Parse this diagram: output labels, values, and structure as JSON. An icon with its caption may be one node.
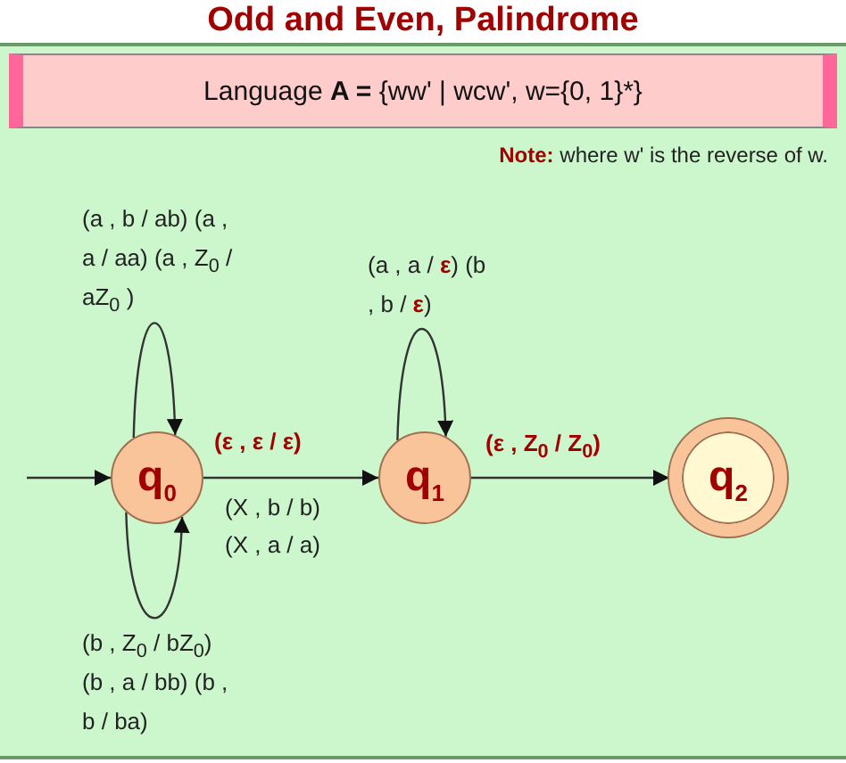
{
  "diagram": {
    "title": "Odd and Even, Palindrome",
    "nodes": [
      {
        "text": [
          "Language **A =** {ww' | wcw', w={0, 1}*}"
        ]
      },
      {
        "text": [
          "q$_{0}$"
        ]
      },
      {
        "text": [
          "q$_{1}$"
        ]
      },
      {
        "text": [
          "q$_{2}$"
        ]
      }
    ],
    "edges": [
      {
        "from": null,
        "to": 1,
        "arrow": "to"
      },
      {
        "from": 1,
        "to": 1,
        "arrow": "to",
        "label": "(a , b / ab) (a , a / aa) (a , Z$_{0}$ / aZ$_{0}$ )"
      },
      {
        "from": 1,
        "to": 1,
        "arrow": "to",
        "label": "(b , Z$_{0}$ / bZ$_{0}$) (b , a / bb) (b , b / ba)"
      },
      {
        "from": 1,
        "to": 2,
        "arrow": "to",
        "label": "(ε , ε / ε)"
      },
      {
        "from": 2,
        "to": 2,
        "arrow": "to",
        "label": "(a , a / **ε**) (b , b / **ε**)"
      },
      {
        "from": 2,
        "to": 3,
        "arrow": "to",
        "label": "(ε , Z$_{0}$ / Z$_{0}$)"
      }
    ],
    "labels": [
      "**Note:** where w' is the reverse of w.",
      "(X , b / b)",
      "(X , a / a)"
    ]
  }
}
